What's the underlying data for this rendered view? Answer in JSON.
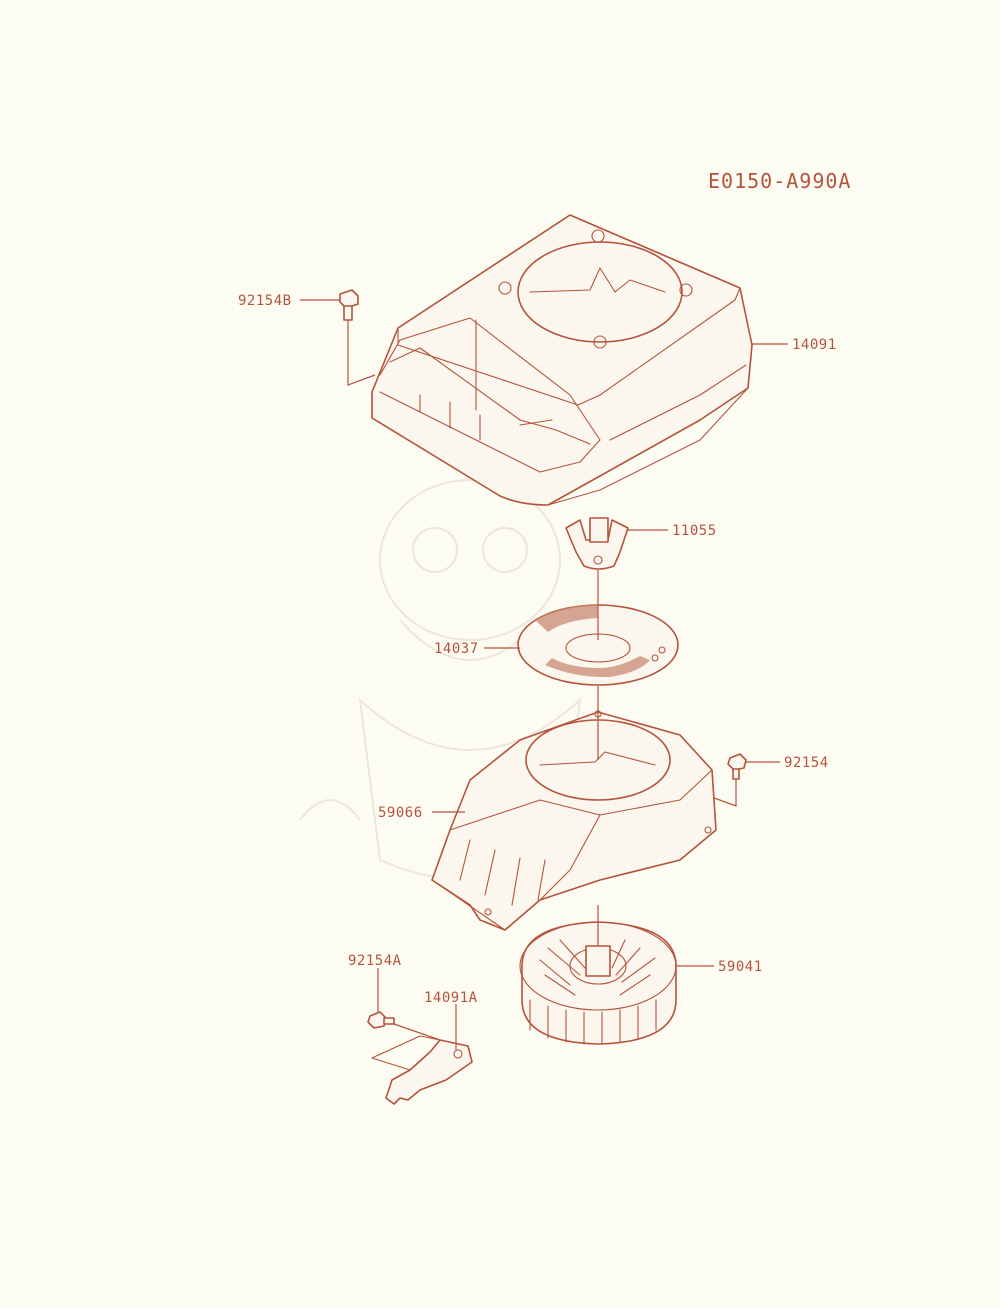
{
  "diagram": {
    "code": "E0150-A990A",
    "accent_color": "#b5533c",
    "background_color": "#fdfcf3",
    "parts": [
      {
        "id": "p-92154B",
        "number": "92154B"
      },
      {
        "id": "p-14091",
        "number": "14091"
      },
      {
        "id": "p-11055",
        "number": "11055"
      },
      {
        "id": "p-14037",
        "number": "14037"
      },
      {
        "id": "p-92154",
        "number": "92154"
      },
      {
        "id": "p-59066",
        "number": "59066"
      },
      {
        "id": "p-59041",
        "number": "59041"
      },
      {
        "id": "p-92154A",
        "number": "92154A"
      },
      {
        "id": "p-14091A",
        "number": "14091A"
      }
    ]
  }
}
